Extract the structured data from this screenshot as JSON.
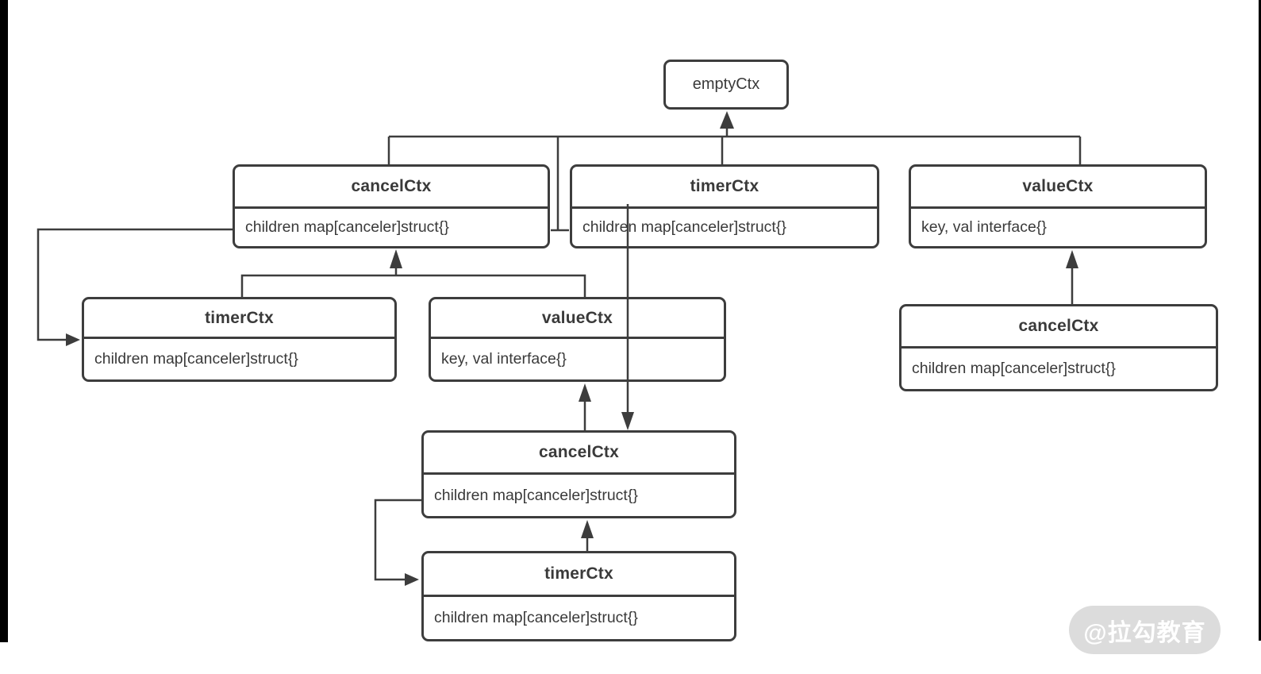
{
  "canvas": {
    "background": "#ffffff",
    "line_color": "#3d3d3d",
    "text_color": "#3a3a3a"
  },
  "nodes": {
    "empty": {
      "title": "emptyCtx"
    },
    "cancel_top": {
      "title": "cancelCtx",
      "body": "children map[canceler]struct{}"
    },
    "timer_top": {
      "title": "timerCtx",
      "body": "children map[canceler]struct{}"
    },
    "value_top": {
      "title": "valueCtx",
      "body": "key, val interface{}"
    },
    "timer_mid": {
      "title": "timerCtx",
      "body": "children map[canceler]struct{}"
    },
    "value_mid": {
      "title": "valueCtx",
      "body": "key, val interface{}"
    },
    "cancel_right": {
      "title": "cancelCtx",
      "body": "children map[canceler]struct{}"
    },
    "cancel_mid": {
      "title": "cancelCtx",
      "body": "children map[canceler]struct{}"
    },
    "timer_bottom": {
      "title": "timerCtx",
      "body": "children map[canceler]struct{}"
    }
  },
  "watermark": {
    "label": "@拉勾教育",
    "background": "#dcdcdc",
    "text_color": "#ffffff"
  }
}
